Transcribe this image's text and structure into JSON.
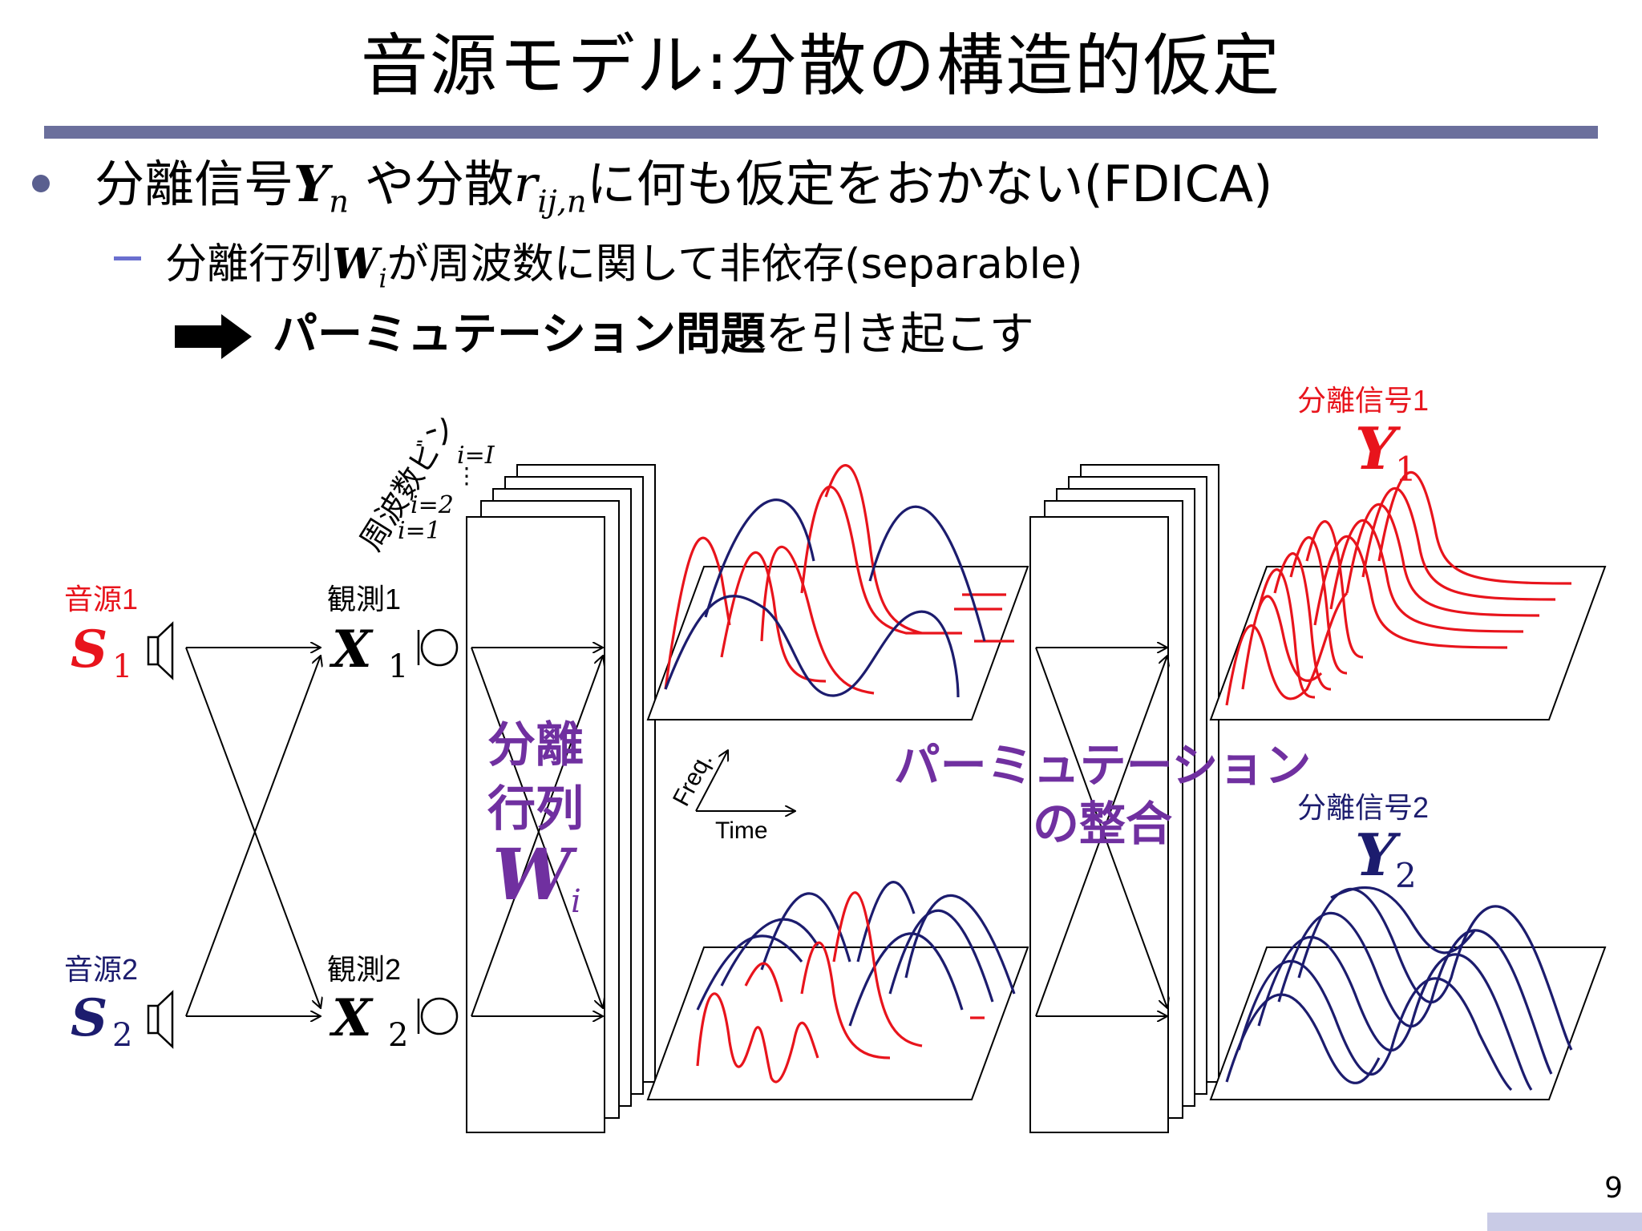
{
  "title": "音源モデル:分散の構造的仮定",
  "bullet1": {
    "pre": "分離信号",
    "y_sym": "Y",
    "y_sub": "n",
    "mid": "や分散",
    "r_sym": "r",
    "r_sub": "ij,n",
    "post": "に何も仮定をおかない(FDICA)"
  },
  "bullet2": {
    "pre": "分離行列",
    "w_sym": "W",
    "w_sub": "i",
    "post": "が周波数に関して非依存(separable)"
  },
  "bullet3": {
    "bold": "パーミュテーション問題",
    "rest": "を引き起こす"
  },
  "diagram": {
    "source1_label": "音源1",
    "source1_sym": "S",
    "source1_sub": "1",
    "source2_label": "音源2",
    "source2_sym": "S",
    "source2_sub": "2",
    "obs1_label": "観測1",
    "obs1_sym": "X",
    "obs1_sub": "1",
    "obs2_label": "観測2",
    "obs2_sym": "X",
    "obs2_sub": "2",
    "freq_bin_label": "周波数ビン",
    "bin_i1": "i=1",
    "bin_i2": "i=2",
    "bin_dots": "⋮",
    "bin_iI": "i=I",
    "sep_matrix_line1": "分離",
    "sep_matrix_line2": "行列",
    "sep_matrix_sym": "W",
    "sep_matrix_sub": "i",
    "axis_freq": "Freq.",
    "axis_time": "Time",
    "perm_line1": "パーミュテーション",
    "perm_line2": "の整合",
    "y1_label": "分離信号1",
    "y1_sym": "Y",
    "y1_sub": "1",
    "y2_label": "分離信号2",
    "y2_sym": "Y",
    "y2_sub": "2"
  },
  "colors": {
    "red": "#e8141c",
    "navy": "#1c1c6e",
    "purple": "#7030a0",
    "rule": "#6b6f9c"
  },
  "page_number": "9"
}
